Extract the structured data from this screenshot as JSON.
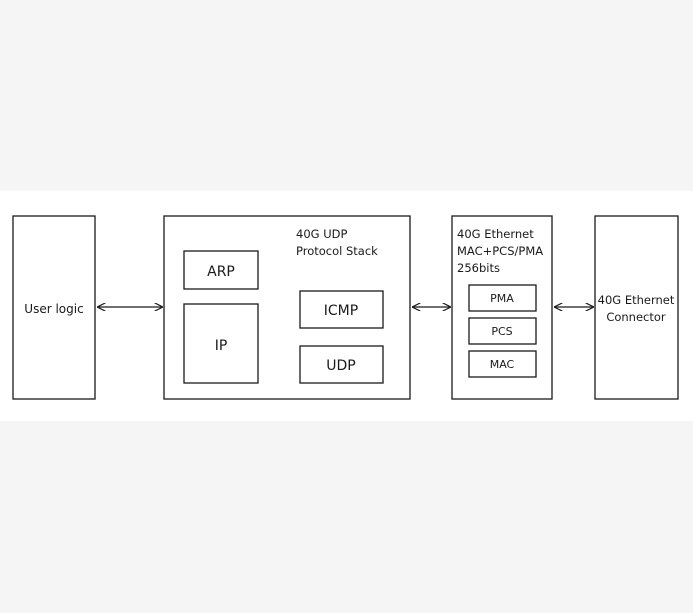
{
  "blocks": {
    "user_logic": "User logic",
    "udp_stack": {
      "title_line1": "40G UDP",
      "title_line2": "Protocol Stack",
      "arp": "ARP",
      "ip": "IP",
      "icmp": "ICMP",
      "udp": "UDP"
    },
    "ethernet": {
      "title_line1": "40G Ethernet",
      "title_line2": "MAC+PCS/PMA",
      "title_line3": "256bits",
      "pma": "PMA",
      "pcs": "PCS",
      "mac": "MAC"
    },
    "connector": {
      "line1": "40G Ethernet",
      "line2": "Connector"
    }
  }
}
